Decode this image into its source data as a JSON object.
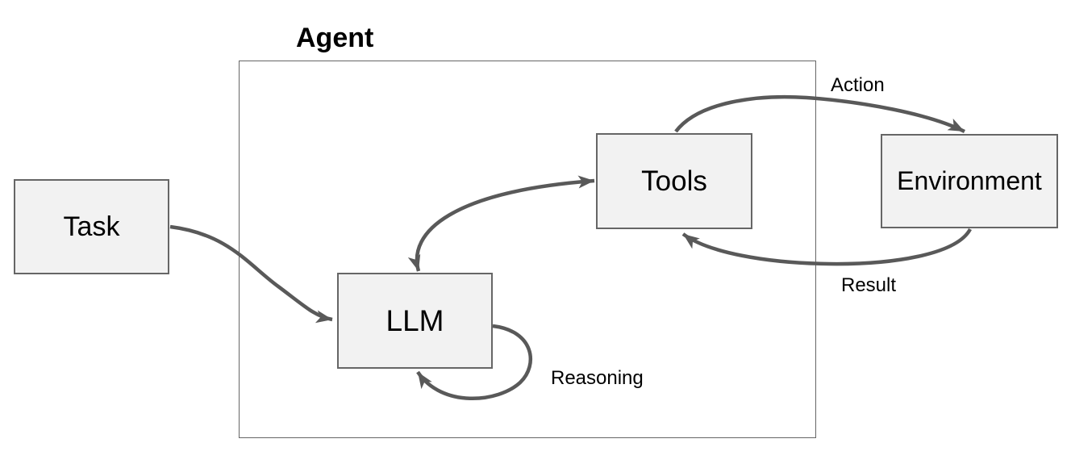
{
  "diagram": {
    "title": "Agent",
    "nodes": {
      "task": {
        "label": "Task"
      },
      "llm": {
        "label": "LLM"
      },
      "tools": {
        "label": "Tools"
      },
      "environment": {
        "label": "Environment"
      }
    },
    "edge_labels": {
      "action": "Action",
      "result": "Result",
      "reasoning": "Reasoning"
    },
    "edges": [
      {
        "id": "task-to-llm",
        "from": "Task",
        "to": "LLM",
        "bidirectional": false,
        "label": ""
      },
      {
        "id": "llm-tools",
        "from": "LLM",
        "to": "Tools",
        "bidirectional": true,
        "label": ""
      },
      {
        "id": "llm-self-loop",
        "from": "LLM",
        "to": "LLM",
        "bidirectional": false,
        "label": "Reasoning"
      },
      {
        "id": "tools-to-environment",
        "from": "Tools",
        "to": "Environment",
        "bidirectional": false,
        "label": "Action"
      },
      {
        "id": "environment-to-tools",
        "from": "Environment",
        "to": "Tools",
        "bidirectional": false,
        "label": "Result"
      }
    ],
    "colors": {
      "background": "#ffffff",
      "node_fill": "#f2f2f2",
      "node_border": "#666666",
      "arrow": "#595959",
      "text": "#000000"
    }
  }
}
